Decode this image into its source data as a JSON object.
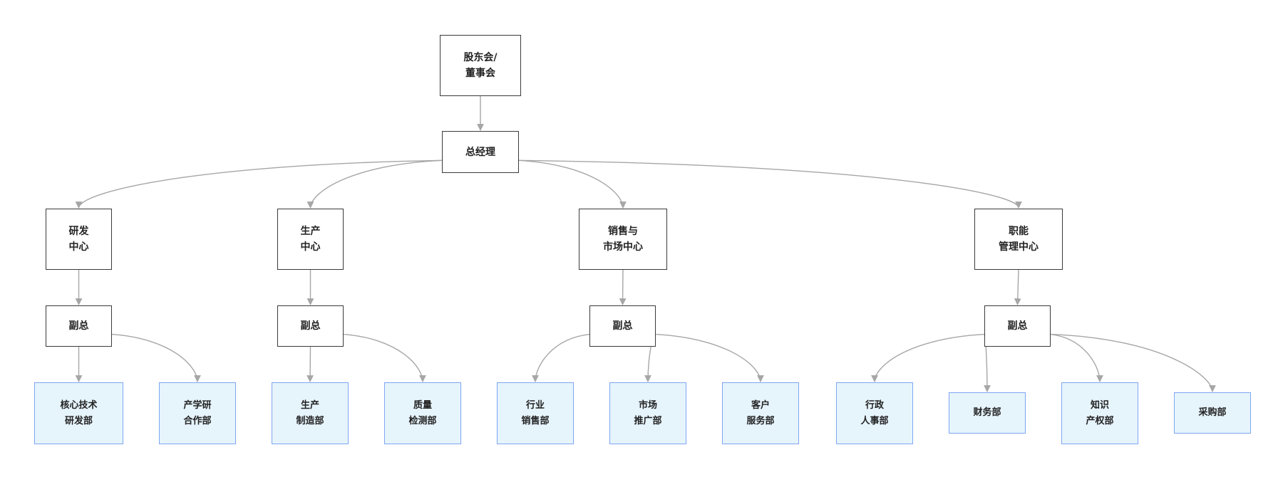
{
  "nodes": {
    "board": "股东会/\n董事会",
    "gm": "总经理",
    "rd_center": "研发\n中心",
    "prod_center": "生产\n中心",
    "sales_center": "销售与\n市场中心",
    "func_center": "职能\n管理中心",
    "rd_vp": "副总",
    "prod_vp": "副总",
    "sales_vp": "副总",
    "func_vp": "副总",
    "core_tech_rd": "核心技术\n研发部",
    "iur_coop": "产学研\n合作部",
    "manufacturing": "生产\n制造部",
    "quality_inspection": "质量\n检测部",
    "industry_sales": "行业\n销售部",
    "marketing": "市场\n推广部",
    "customer_service": "客户\n服务部",
    "admin_hr": "行政\n人事部",
    "finance": "财务部",
    "ip": "知识\n产权部",
    "procurement": "采购部"
  },
  "edges": [
    [
      "board",
      "gm"
    ],
    [
      "gm",
      "rd_center"
    ],
    [
      "gm",
      "prod_center"
    ],
    [
      "gm",
      "sales_center"
    ],
    [
      "gm",
      "func_center"
    ],
    [
      "rd_center",
      "rd_vp"
    ],
    [
      "prod_center",
      "prod_vp"
    ],
    [
      "sales_center",
      "sales_vp"
    ],
    [
      "func_center",
      "func_vp"
    ],
    [
      "rd_vp",
      "core_tech_rd"
    ],
    [
      "rd_vp",
      "iur_coop"
    ],
    [
      "prod_vp",
      "manufacturing"
    ],
    [
      "prod_vp",
      "quality_inspection"
    ],
    [
      "sales_vp",
      "industry_sales"
    ],
    [
      "sales_vp",
      "marketing"
    ],
    [
      "sales_vp",
      "customer_service"
    ],
    [
      "func_vp",
      "admin_hr"
    ],
    [
      "func_vp",
      "finance"
    ],
    [
      "func_vp",
      "ip"
    ],
    [
      "func_vp",
      "procurement"
    ]
  ],
  "colors": {
    "management_fill": "#ffffff",
    "management_border": "#3a3a3a",
    "department_fill": "#e6f4fc",
    "department_border": "#7ea6f2",
    "connector": "#a6a6a6"
  }
}
